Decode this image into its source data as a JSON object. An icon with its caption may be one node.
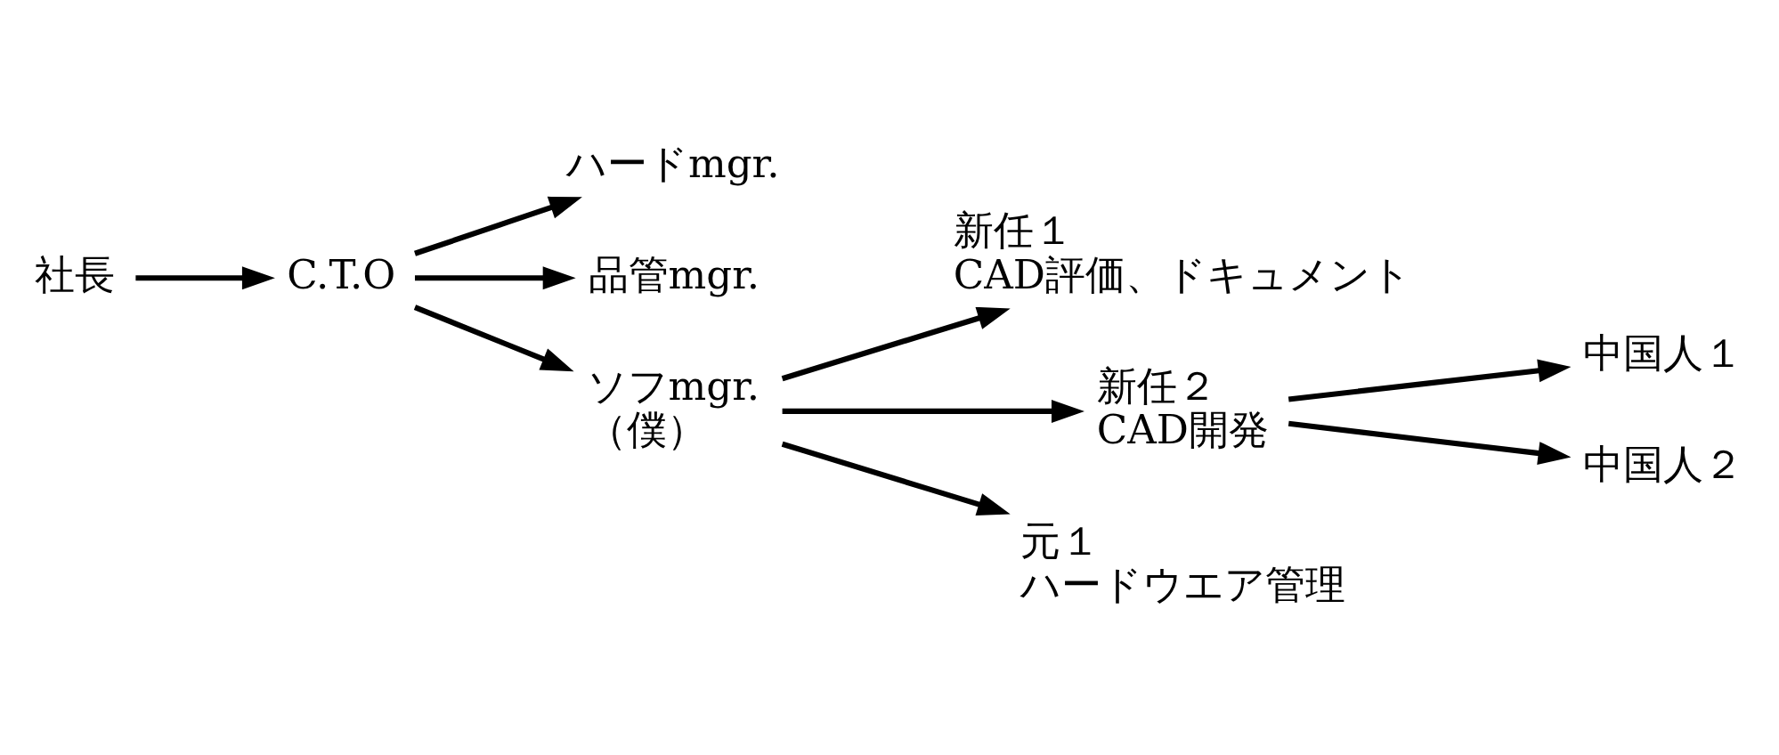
{
  "diagram": {
    "nodes": [
      {
        "text": [
          "社長"
        ]
      },
      {
        "text": [
          "C.T.O"
        ]
      },
      {
        "text": [
          "ハードmgr."
        ]
      },
      {
        "text": [
          "品管mgr."
        ]
      },
      {
        "text": [
          "ソフmgr.",
          "（僕）"
        ]
      },
      {
        "text": [
          "新任１",
          "CAD評価、ドキュメント"
        ]
      },
      {
        "text": [
          "新任２",
          "CAD開発"
        ]
      },
      {
        "text": [
          "元１",
          "ハードウエア管理"
        ]
      },
      {
        "text": [
          "中国人１"
        ]
      },
      {
        "text": [
          "中国人２"
        ]
      }
    ],
    "edges": [
      {
        "from": 0,
        "to": 1,
        "arrow": "to"
      },
      {
        "from": 1,
        "to": 2,
        "arrow": "to"
      },
      {
        "from": 1,
        "to": 3,
        "arrow": "to"
      },
      {
        "from": 1,
        "to": 4,
        "arrow": "to"
      },
      {
        "from": 4,
        "to": 5,
        "arrow": "to"
      },
      {
        "from": 4,
        "to": 6,
        "arrow": "to"
      },
      {
        "from": 4,
        "to": 7,
        "arrow": "to"
      },
      {
        "from": 6,
        "to": 8,
        "arrow": "to"
      },
      {
        "from": 6,
        "to": 9,
        "arrow": "to"
      }
    ]
  }
}
